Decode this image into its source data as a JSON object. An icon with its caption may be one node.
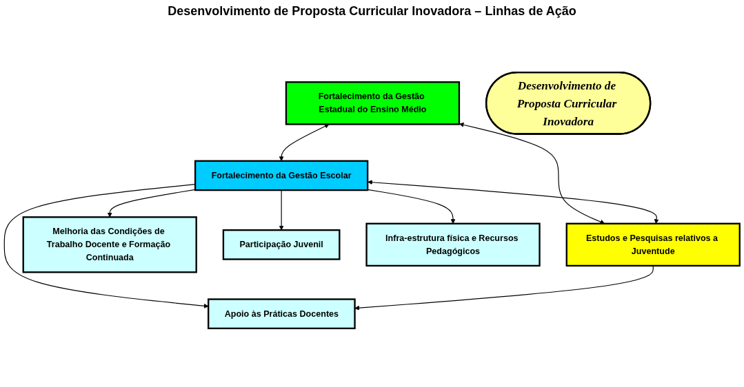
{
  "diagram": {
    "title": "Desenvolvimento de Proposta Curricular Inovadora – Linhas de Ação",
    "nodes": [
      {
        "text": [
          "Fortalecimento da Gestão Estadual do Ensino Médio"
        ]
      },
      {
        "text": [
          "Fortalecimento da Gestão Escolar"
        ]
      },
      {
        "text": [
          "Estudos e Pesquisas relativos a Juventude"
        ]
      },
      {
        "text": [
          "Melhoria das Condições de Trabalho Docente e Formação Continuada"
        ]
      },
      {
        "text": [
          "Apoio às Práticas Docentes"
        ]
      },
      {
        "text": [
          "Desenvolvimento de Proposta Curricular Inovadora"
        ]
      },
      {
        "text": [
          "Participação Juvenil"
        ]
      },
      {
        "text": [
          "Infra-estrutura física e Recursos Pedagógicos"
        ]
      }
    ],
    "edges": [
      {
        "from": 0,
        "to": 1,
        "arrow": "both"
      },
      {
        "from": 0,
        "to": 2,
        "arrow": "both"
      },
      {
        "from": 1,
        "to": 2,
        "arrow": "both"
      },
      {
        "from": 1,
        "to": 3,
        "arrow": "to"
      },
      {
        "from": 1,
        "to": 4,
        "arrow": "to"
      },
      {
        "from": 1,
        "to": 6,
        "arrow": "to"
      },
      {
        "from": 1,
        "to": 7,
        "arrow": "to"
      },
      {
        "from": 2,
        "to": 4,
        "arrow": "to"
      }
    ]
  }
}
